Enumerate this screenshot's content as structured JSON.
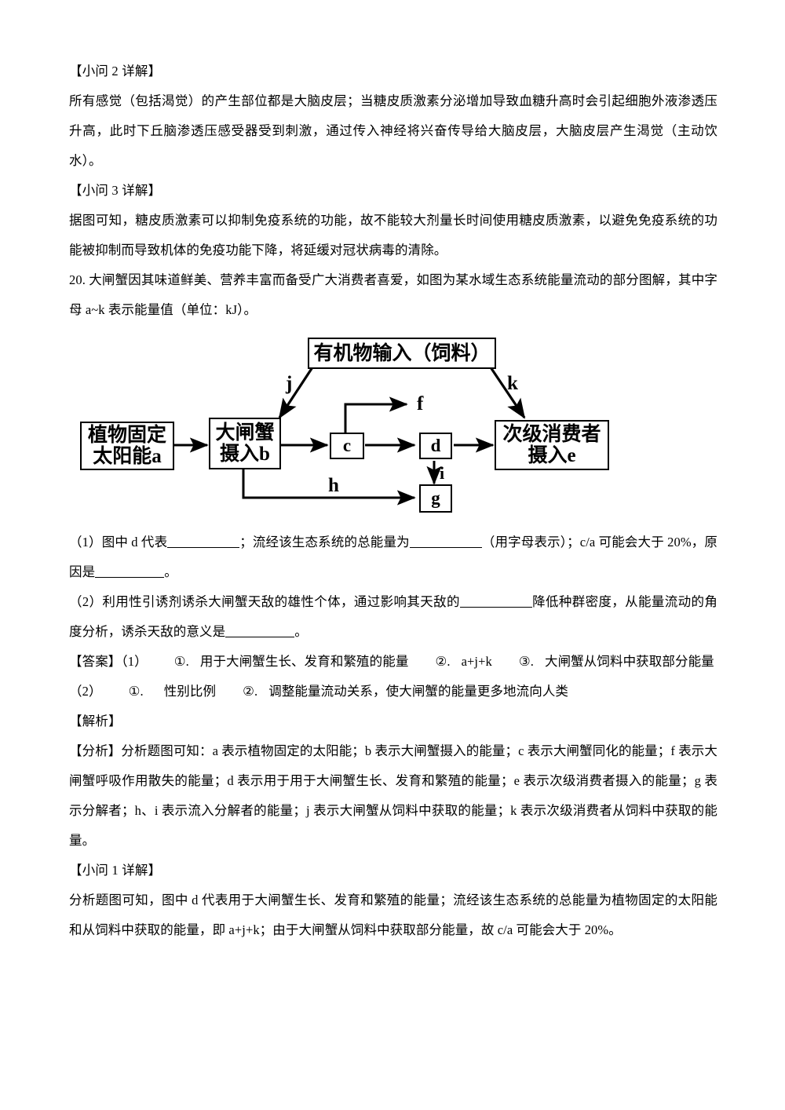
{
  "document": {
    "type": "exam-answer-sheet",
    "language": "zh-CN",
    "background_color": "#ffffff",
    "text_color": "#000000"
  },
  "blocks": {
    "sub2_heading": "【小问 2 详解】",
    "sub2_body": "所有感觉（包括渴觉）的产生部位都是大脑皮层；当糖皮质激素分泌增加导致血糖升高时会引起细胞外液渗透压升高，此时下丘脑渗透压感受器受到刺激，通过传入神经将兴奋传导给大脑皮层，大脑皮层产生渴觉（主动饮水）。",
    "sub3_heading": "【小问 3 详解】",
    "sub3_body": "据图可知，糖皮质激素可以抑制免疫系统的功能，故不能较大剂量长时间使用糖皮质激素，以避免免疫系统的功能被抑制而导致机体的免疫功能下降，将延缓对冠状病毒的清除。",
    "question20_stem": "20. 大闸蟹因其味道鲜美、营养丰富而备受广大消费者喜爱，如图为某水域生态系统能量流动的部分图解，其中字母 a~k 表示能量值（单位：kJ）。",
    "q1_part1": "（1）图中 d 代表",
    "q1_part2": "；流经该生态系统的总能量为",
    "q1_part3": "（用字母表示）；c/a 可能会大于 20%，原因是",
    "q1_part4": "。",
    "q2_part1": "（2）利用性引诱剂诱杀大闸蟹天敌的雄性个体，通过影响其天敌的",
    "q2_part2": "降低种群密度，从能量流动的角度分析，诱杀天敌的意义是",
    "q2_part3": "。",
    "answer_heading": "【答案】",
    "answer_q1_label": "（1）",
    "answer_q1_item1_num": "①.",
    "answer_q1_item1_text": "用于大闸蟹生长、发育和繁殖的能量",
    "answer_q1_item2_num": "②.",
    "answer_q1_item2_text": "a+j+k",
    "answer_q1_item3_num": "③.",
    "answer_q1_item3_text": "大闸蟹从饲料中获取部分能量",
    "answer_q2_label": "（2）",
    "answer_q2_item1_num": "①.",
    "answer_q2_item1_text": "性别比例",
    "answer_q2_item2_num": "②.",
    "answer_q2_item2_text": "调整能量流动关系，使大闸蟹的能量更多地流向人类",
    "explain_heading": "【解析】",
    "analysis_heading": "【分析】",
    "analysis_body": "分析题图可知：a 表示植物固定的太阳能；b 表示大闸蟹摄入的能量；c 表示大闸蟹同化的能量；f 表示大闸蟹呼吸作用散失的能量；d 表示用于用于大闸蟹生长、发育和繁殖的能量；e 表示次级消费者摄入的能量；g 表示分解者；h、i 表示流入分解者的能量；j 表示大闸蟹从饲料中获取的能量；k 表示次级消费者从饲料中获取的能量。",
    "sub1_heading": "【小问 1 详解】",
    "sub1_body": "分析题图可知，图中 d 代表用于大闸蟹生长、发育和繁殖的能量；流经该生态系统的总能量为植物固定的太阳能和从饲料中获取的能量，即 a+j+k；由于大闸蟹从饲料中获取部分能量，故 c/a 可能会大于 20%。"
  },
  "diagram": {
    "title": "某水域生态系统能量流动的部分图解",
    "boxes": {
      "feed_input": "有机物输入（饲料）",
      "plant": "植物固定\n太阳能a",
      "crab": "大闸蟹\n摄入b",
      "c": "c",
      "d": "d",
      "g": "g",
      "secondary": "次级消费者\n摄入e"
    },
    "box_lines": {
      "plant_line1": "植物固定",
      "plant_line2": "太阳能a",
      "crab_line1": "大闸蟹",
      "crab_line2": "摄入b",
      "secondary_line1": "次级消费者",
      "secondary_line2": "摄入e"
    },
    "edge_labels": {
      "j": "j",
      "k": "k",
      "f": "f",
      "h": "h",
      "i": "i"
    },
    "stroke_color": "#000000",
    "fill_color": "#ffffff"
  }
}
